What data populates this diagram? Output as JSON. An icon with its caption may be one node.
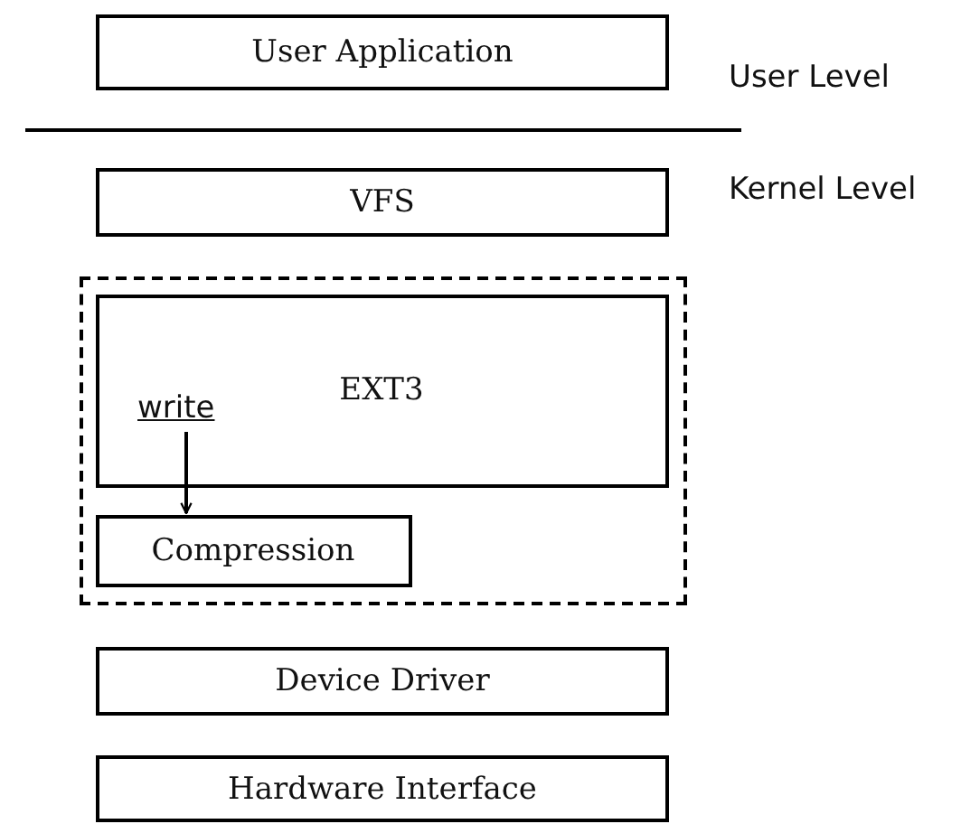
{
  "diagram": {
    "nodes": [
      {
        "text": [
          "User Application"
        ]
      },
      {
        "text": [
          "VFS"
        ]
      },
      {
        "text": [],
        "shape": "box"
      },
      {
        "text": [
          "EXT3"
        ],
        "in": 2
      },
      {
        "text": [
          "write"
        ],
        "in": 3
      },
      {
        "text": [
          "Compression"
        ],
        "in": 2
      },
      {
        "text": [
          "Device Driver"
        ]
      },
      {
        "text": [
          "Hardware Interface"
        ]
      }
    ],
    "edges": [
      {
        "from": 4,
        "to": 5,
        "arrow": "to"
      }
    ],
    "labels": [
      "User Level",
      "Kernel Level"
    ]
  }
}
